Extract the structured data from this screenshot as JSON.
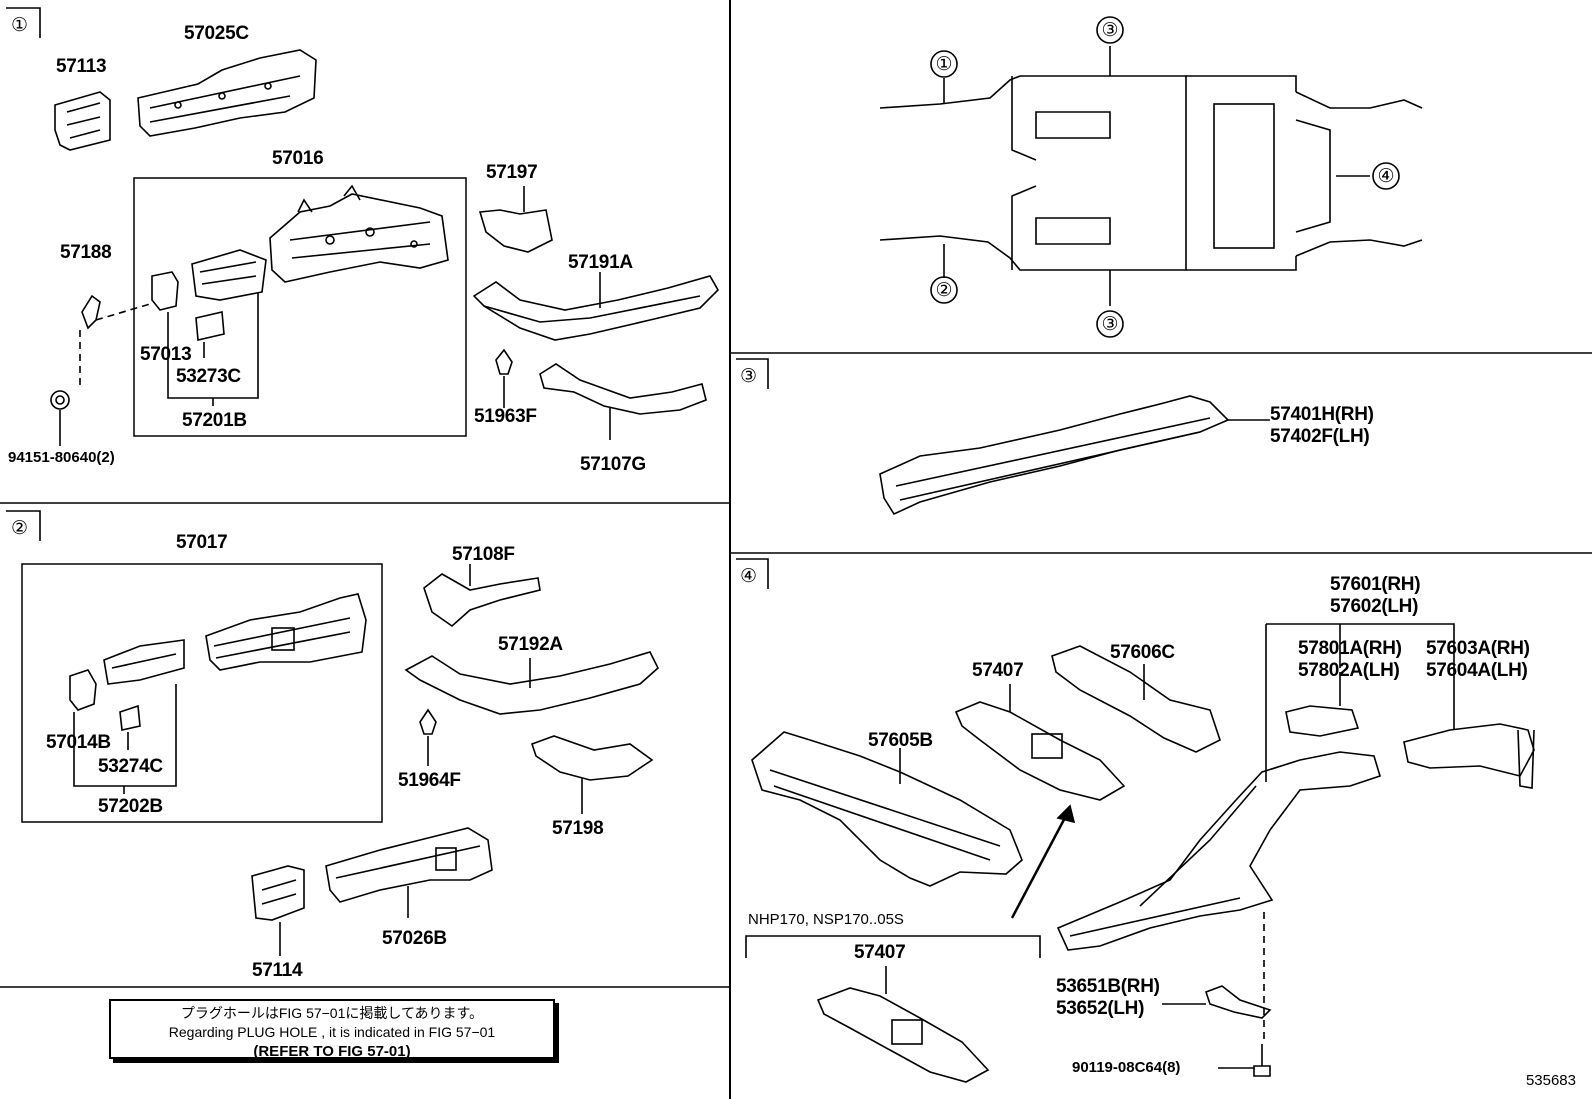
{
  "sections": {
    "s1": "①",
    "s2": "②",
    "s3": "③",
    "s4": "④"
  },
  "overview": {
    "c1": "①",
    "c2": "②",
    "c3a": "③",
    "c3b": "③",
    "c4": "④"
  },
  "parts": {
    "p57025C": "57025C",
    "p57113": "57113",
    "p57016": "57016",
    "p57197": "57197",
    "p57188": "57188",
    "p57191A": "57191A",
    "p57013": "57013",
    "p53273C": "53273C",
    "p57201B": "57201B",
    "p51963F": "51963F",
    "p94151": "94151-80640(2)",
    "p57107G": "57107G",
    "p57017": "57017",
    "p57108F": "57108F",
    "p57192A": "57192A",
    "p57014B": "57014B",
    "p53274C": "53274C",
    "p57202B": "57202B",
    "p51964F": "51964F",
    "p57198": "57198",
    "p57114": "57114",
    "p57026B": "57026B",
    "p57401H": "57401H(RH)",
    "p57402F": "57402F(LH)",
    "p57601": "57601(RH)",
    "p57602": "57602(LH)",
    "p57801A": "57801A(RH)",
    "p57802A": "57802A(LH)",
    "p57603A": "57603A(RH)",
    "p57604A": "57604A(LH)",
    "p57606C": "57606C",
    "p57407a": "57407",
    "p57605B": "57605B",
    "p57407b": "57407",
    "p53651B": "53651B(RH)",
    "p53652": "53652(LH)",
    "p90119": "90119-08C64(8)"
  },
  "variant_note": "NHP170, NSP170..05S",
  "note": {
    "ja": "プラグホールはFIG 57−01に掲載してあります。",
    "en": "Regarding PLUG HOLE , it is indicated in FIG 57−01",
    "ref": "(REFER TO FIG 57-01)"
  },
  "figure_id": "535683"
}
